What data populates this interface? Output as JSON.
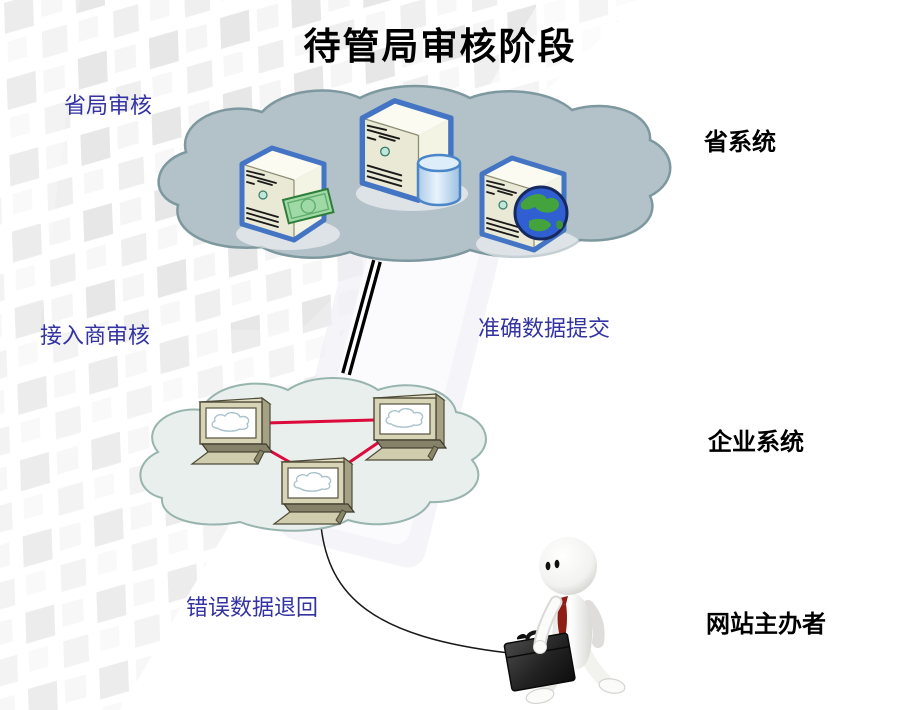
{
  "title": "待管局审核阶段",
  "annotations": {
    "province_review": "省局审核",
    "access_provider_review": "接入商审核",
    "accurate_data_submit": "准确数据提交",
    "error_data_return": "错误数据退回"
  },
  "systems": {
    "province_system": "省系统",
    "enterprise_system": "企业系统",
    "website_sponsor": "网站主办者"
  },
  "icons": {
    "top_cloud": "province-network-cloud",
    "top_cloud_nodes": [
      "server-with-money-icon",
      "server-with-database-icon",
      "server-with-globe-icon"
    ],
    "bottom_cloud": "enterprise-lan-cloud",
    "bottom_cloud_nodes": [
      "desktop-computer-icon",
      "desktop-computer-icon",
      "desktop-computer-icon"
    ],
    "figure": "businessman-with-briefcase"
  },
  "colors": {
    "annotation_text": "#3333a2",
    "system_text": "#000000",
    "top_cloud_fill": "#b3c1c8",
    "top_cloud_stroke": "#7e989f",
    "bottom_cloud_fill": "#e9efec",
    "bottom_cloud_stroke": "#98b4ae",
    "server_outline": "#4474c4",
    "server_face": "#ebebd8",
    "lan_link_red": "#dd0a3c",
    "connector_black": "#000000",
    "tie_red": "#8e1d15"
  }
}
